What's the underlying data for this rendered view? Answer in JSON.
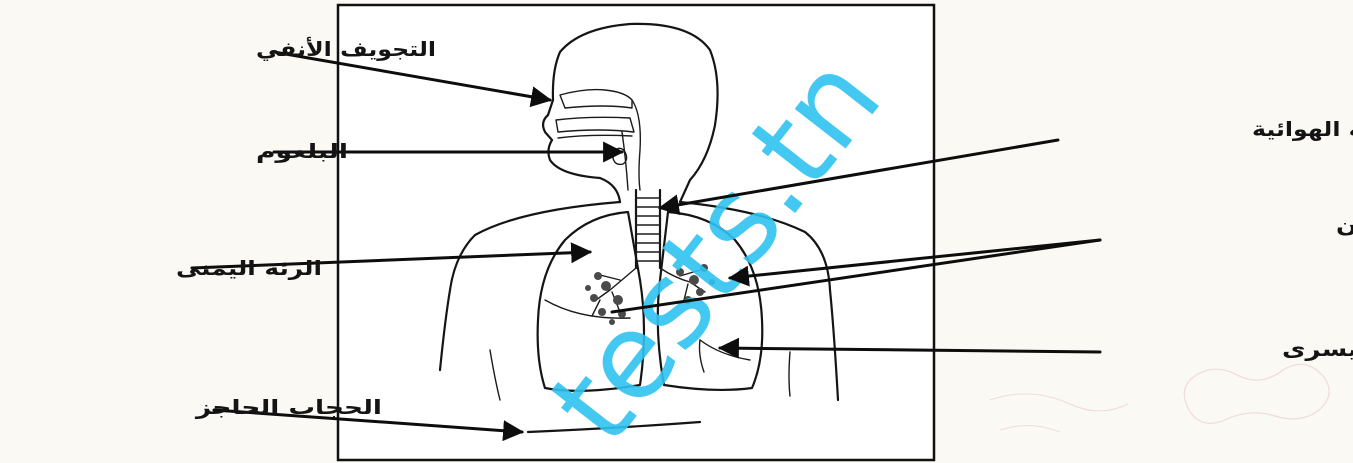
{
  "labels": {
    "nasal_cavity": "التجويف الأنفي",
    "pharynx": "البلعوم",
    "right_lung": "الرئة اليمنى",
    "diaphragm": "الحجاب الحاجز",
    "trachea": "القصبة الهوائية",
    "bronchioles": "الشعيبات الرئويتان",
    "left_lung": "الرئة اليسرى"
  },
  "watermark": "tests.tn",
  "colors": {
    "background": "#fbf9f4",
    "ink": "#151515",
    "watermark": "#2fc2f0"
  }
}
